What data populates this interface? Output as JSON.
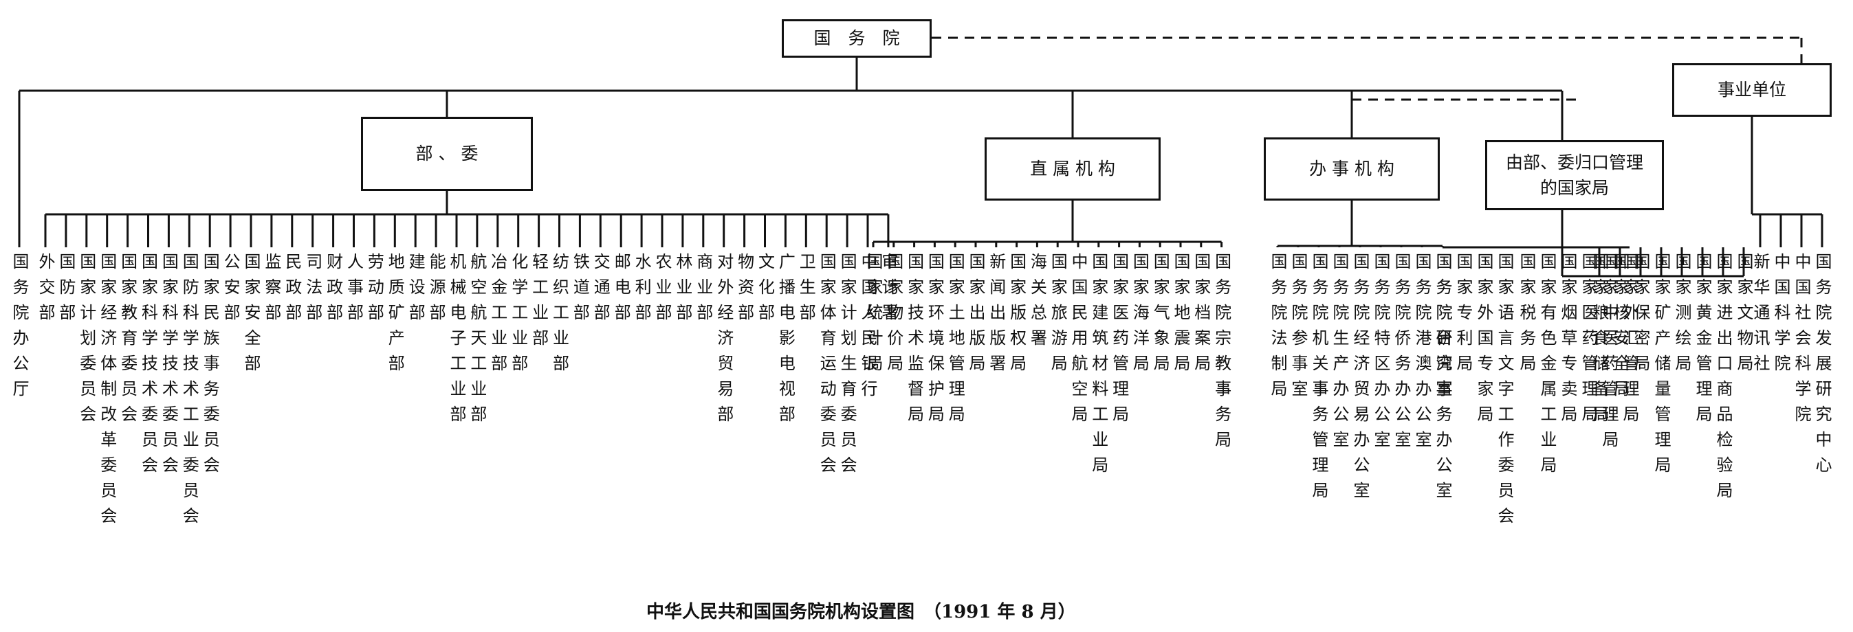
{
  "title_box": "国　务　院",
  "groups": [
    {
      "id": "buwei",
      "label": "部 、 委"
    },
    {
      "id": "zhishu",
      "label": "直 属 机 构"
    },
    {
      "id": "banshi",
      "label": "办 事 机 构"
    },
    {
      "id": "guojiaju",
      "label": "由部、委归口管理\n的国家局"
    },
    {
      "id": "shiye",
      "label": "事业单位"
    }
  ],
  "columns": {
    "bangongting": [
      "国务院办公厅"
    ],
    "buwei": [
      "外交部",
      "国防部",
      "国家计划委员会",
      "国家经济体制改革委员会",
      "国家教育委员会",
      "国家科学技术委员会",
      "国家科学技术委员会",
      "国防科学技术工业委员会",
      "国家民族事务委员会",
      "公安部",
      "国家安全部",
      "监察部",
      "民政部",
      "司法部",
      "财政部",
      "人事部",
      "劳动部",
      "地质矿产部",
      "建设部",
      "能源部",
      "机械电子工业部",
      "航空航天工业部",
      "冶金工业部",
      "化学工业部",
      "轻工业部",
      "纺织工业部",
      "铁道部",
      "交通部",
      "邮电部",
      "水利部",
      "农业部",
      "林业部",
      "商业部",
      "对外经济贸易部",
      "物资部",
      "文化部",
      "广播电影电视部",
      "卫生部",
      "国家体育运动委员会",
      "国家计划生育委员会",
      "中国人民银行",
      "审计署"
    ],
    "zhishu": [
      "国家统计局",
      "国家物价局",
      "国家技术监督局",
      "国家环境保护局",
      "国家土地管理局",
      "国家出版局",
      "新闻出版署",
      "国家版权局",
      "海关总署",
      "国家旅游局",
      "中国民用航空局",
      "国家建筑材料工业局",
      "国家医药管理局",
      "国家海洋局",
      "国家气象局",
      "国家地震局",
      "国家档案局",
      "国务院宗教事务局"
    ],
    "banshi": [
      "国务院法制局",
      "国务院参事室",
      "国务院机关事务管理局",
      "国务院生产办公室",
      "国务院经济贸易办公室",
      "国务院特区办公室",
      "国务院侨务办公室",
      "国务院港澳办公室",
      "国务院台湾事务办公室"
    ],
    "guojiaju_a": [
      "国务院研究室",
      "国家专利局",
      "国家外国专家局",
      "国家语言文字工作委员会"
    ],
    "guojiaju_b": [
      "国家税务局",
      "国家有色金属工业局",
      "国家烟草专卖局",
      "国家医药管理局",
      "国家中医药管理局",
      "国家外汇管理局"
    ],
    "guojiaju_c": [
      "国家粮食储备局",
      "国家核安全局",
      "国家保密局",
      "国家矿产储量管理局",
      "国家测绘局",
      "国家黄金管理局",
      "国家进出口商品检验局",
      "国家文物局"
    ],
    "shiye": [
      "新华通讯社",
      "中国科学院",
      "中国社会科学院",
      "国务院发展研究中心"
    ]
  },
  "caption": "中华人民共和国国务院机构设置图　（1991 年 8 月）"
}
